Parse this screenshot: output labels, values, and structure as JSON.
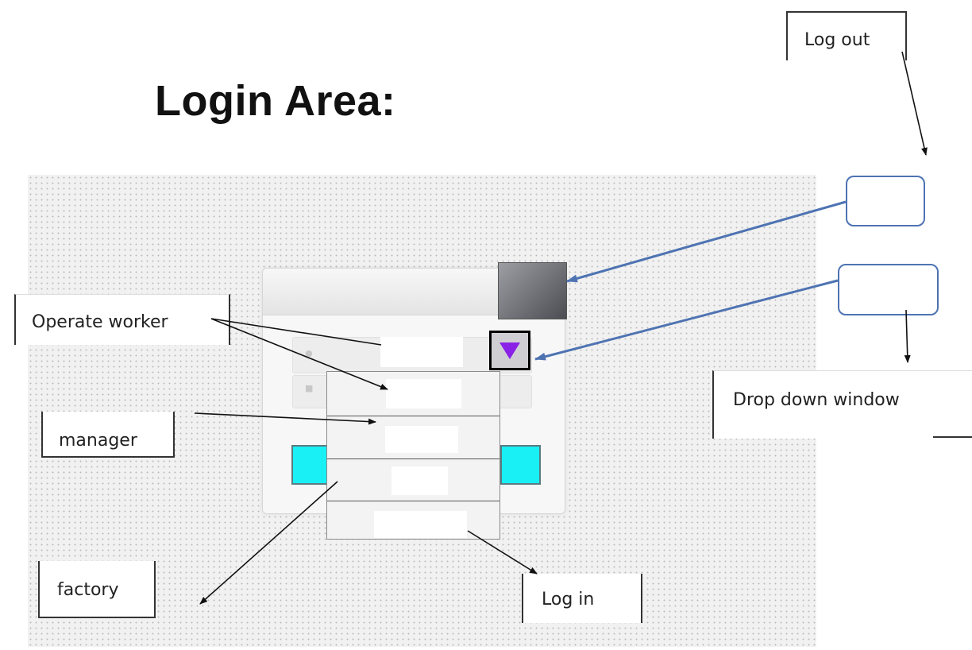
{
  "title": "Login Area:",
  "labels": {
    "log_out": "Log out",
    "operate_worker": "Operate worker",
    "drop_down_window": "Drop down window",
    "manager": "manager",
    "factory": "factory",
    "log_in": "Log in"
  },
  "icons": {
    "user": "user-icon",
    "lock": "lock-icon",
    "dropdown": "triangle-down-icon"
  },
  "colors": {
    "arrow_blue": "#4e73b2",
    "dropdown_triangle": "#8a21e6",
    "cyan_button": "#19f0f5"
  }
}
